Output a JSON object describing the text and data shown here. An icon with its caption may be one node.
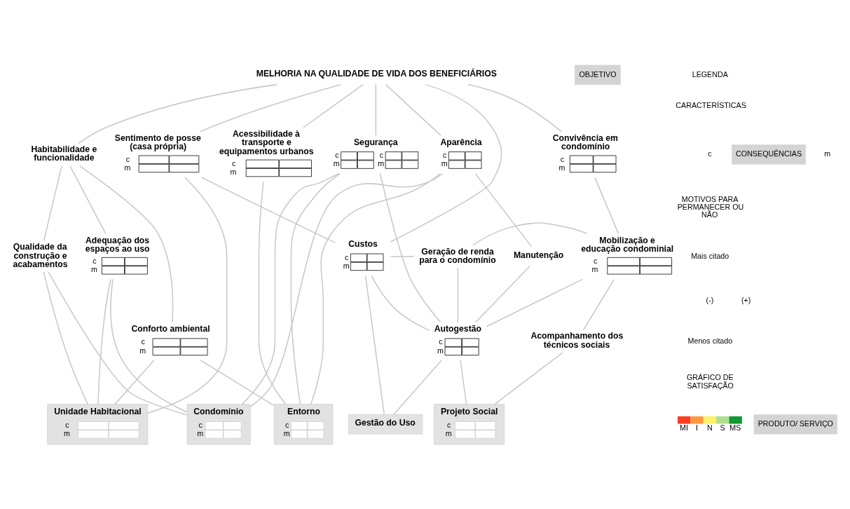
{
  "diagram": {
    "nodes": [
      {
        "text": [
          "MELHORIA NA QUALIDADE DE VIDA DOS BENEFICIÁRIOS"
        ]
      },
      {
        "text": [
          "Habitabilidade e funcionalidade"
        ]
      },
      {
        "text": [
          "Segurança",
          "c",
          "m",
          "c",
          "m"
        ]
      },
      {
        "text": [
          "Acessibilidade à transporte e equipamentos urbanos",
          "c",
          "m"
        ]
      },
      {
        "text": [
          "Aparência",
          "c",
          "m"
        ]
      },
      {
        "text": [
          "Sentimento de posse (casa própria)",
          "c",
          "m"
        ]
      },
      {
        "text": [
          "Convivência em condomínio",
          "c",
          "m"
        ]
      },
      {
        "text": [
          "Custos",
          "c",
          "m"
        ]
      },
      {
        "text": [
          "Adequação dos espaços ao uso",
          "c",
          "m"
        ]
      },
      {
        "text": [
          "Geração de renda para o condomínio"
        ]
      },
      {
        "text": [
          "Qualidade da construção e acabamentos"
        ]
      },
      {
        "text": [
          "Manutenção"
        ]
      },
      {
        "text": [
          "Mobilização e educação condominial",
          "c",
          "m"
        ]
      },
      {
        "text": [
          "Conforto ambiental",
          "c",
          "m"
        ]
      },
      {
        "text": [
          "Autogestão",
          "c",
          "m"
        ]
      },
      {
        "text": [
          "Acompanhamento dos técnicos sociais"
        ]
      },
      {
        "text": [
          "Unidade Habitacional",
          "c",
          "m"
        ]
      },
      {
        "text": [
          "Condomínio",
          "c",
          "m"
        ]
      },
      {
        "text": [
          "Entorno",
          "c",
          "m"
        ]
      },
      {
        "text": [
          "Gestão do Uso"
        ]
      },
      {
        "text": [
          "Projeto Social",
          "c",
          "m"
        ]
      }
    ],
    "edges": [
      {
        "from": 0,
        "to": 1,
        "arrow": "none"
      },
      {
        "from": 0,
        "to": 2,
        "arrow": "none"
      },
      {
        "from": 0,
        "to": 3,
        "arrow": "none"
      },
      {
        "from": 0,
        "to": 4,
        "arrow": "none"
      },
      {
        "from": 0,
        "to": 5,
        "arrow": "none"
      },
      {
        "from": 0,
        "to": 7,
        "arrow": "none"
      },
      {
        "from": 0,
        "to": 6,
        "arrow": "none"
      },
      {
        "from": 1,
        "to": 13,
        "arrow": "none"
      },
      {
        "from": 1,
        "to": 8,
        "arrow": "none"
      },
      {
        "from": 1,
        "to": 10,
        "arrow": "none"
      },
      {
        "from": 13,
        "to": 16,
        "arrow": "none"
      },
      {
        "from": 13,
        "to": 18,
        "arrow": "none"
      },
      {
        "from": 8,
        "to": 16,
        "arrow": "none"
      },
      {
        "from": 8,
        "to": 17,
        "arrow": "none"
      },
      {
        "from": 10,
        "to": 16,
        "arrow": "none"
      },
      {
        "from": 10,
        "to": 17,
        "arrow": "none"
      },
      {
        "from": 2,
        "to": 17,
        "arrow": "none"
      },
      {
        "from": 2,
        "to": 18,
        "arrow": "none"
      },
      {
        "from": 2,
        "to": 14,
        "arrow": "none"
      },
      {
        "from": 3,
        "to": 18,
        "arrow": "none"
      },
      {
        "from": 4,
        "to": 18,
        "arrow": "none"
      },
      {
        "from": 4,
        "to": 17,
        "arrow": "none"
      },
      {
        "from": 4,
        "to": 11,
        "arrow": "none"
      },
      {
        "from": 5,
        "to": 16,
        "arrow": "none"
      },
      {
        "from": 5,
        "to": 7,
        "arrow": "none"
      },
      {
        "from": 7,
        "to": 9,
        "arrow": "none"
      },
      {
        "from": 7,
        "to": 14,
        "arrow": "none"
      },
      {
        "from": 7,
        "to": 19,
        "arrow": "none"
      },
      {
        "from": 9,
        "to": 14,
        "arrow": "none"
      },
      {
        "from": 9,
        "to": 12,
        "arrow": "none"
      },
      {
        "from": 11,
        "to": 14,
        "arrow": "none"
      },
      {
        "from": 6,
        "to": 12,
        "arrow": "none"
      },
      {
        "from": 12,
        "to": 14,
        "arrow": "none"
      },
      {
        "from": 12,
        "to": 15,
        "arrow": "none"
      },
      {
        "from": 14,
        "to": 19,
        "arrow": "none"
      },
      {
        "from": 14,
        "to": 20,
        "arrow": "none"
      },
      {
        "from": 15,
        "to": 20,
        "arrow": "none"
      }
    ],
    "labels": [
      "OBJETIVO",
      "LEGENDA",
      "CONSEQUÊNCIAS",
      "CARACTERÍSTICAS",
      "c",
      "m",
      "MOTIVOS PARA PERMANECER OU NÃO",
      "Mais citado",
      "(-)",
      "(+)",
      "Menos citado",
      "PRODUTO/ SERVIÇO",
      "GRÁFICO DE SATISFAÇÃO"
    ],
    "legend": [
      {
        "text": "MI",
        "color": "#ff3b1f"
      },
      {
        "text": "I",
        "color": "#ff9a3c"
      },
      {
        "text": "N",
        "color": "#fff066"
      },
      {
        "text": "S",
        "color": "#b0de8f"
      },
      {
        "text": "MS",
        "color": "#119933"
      }
    ]
  }
}
